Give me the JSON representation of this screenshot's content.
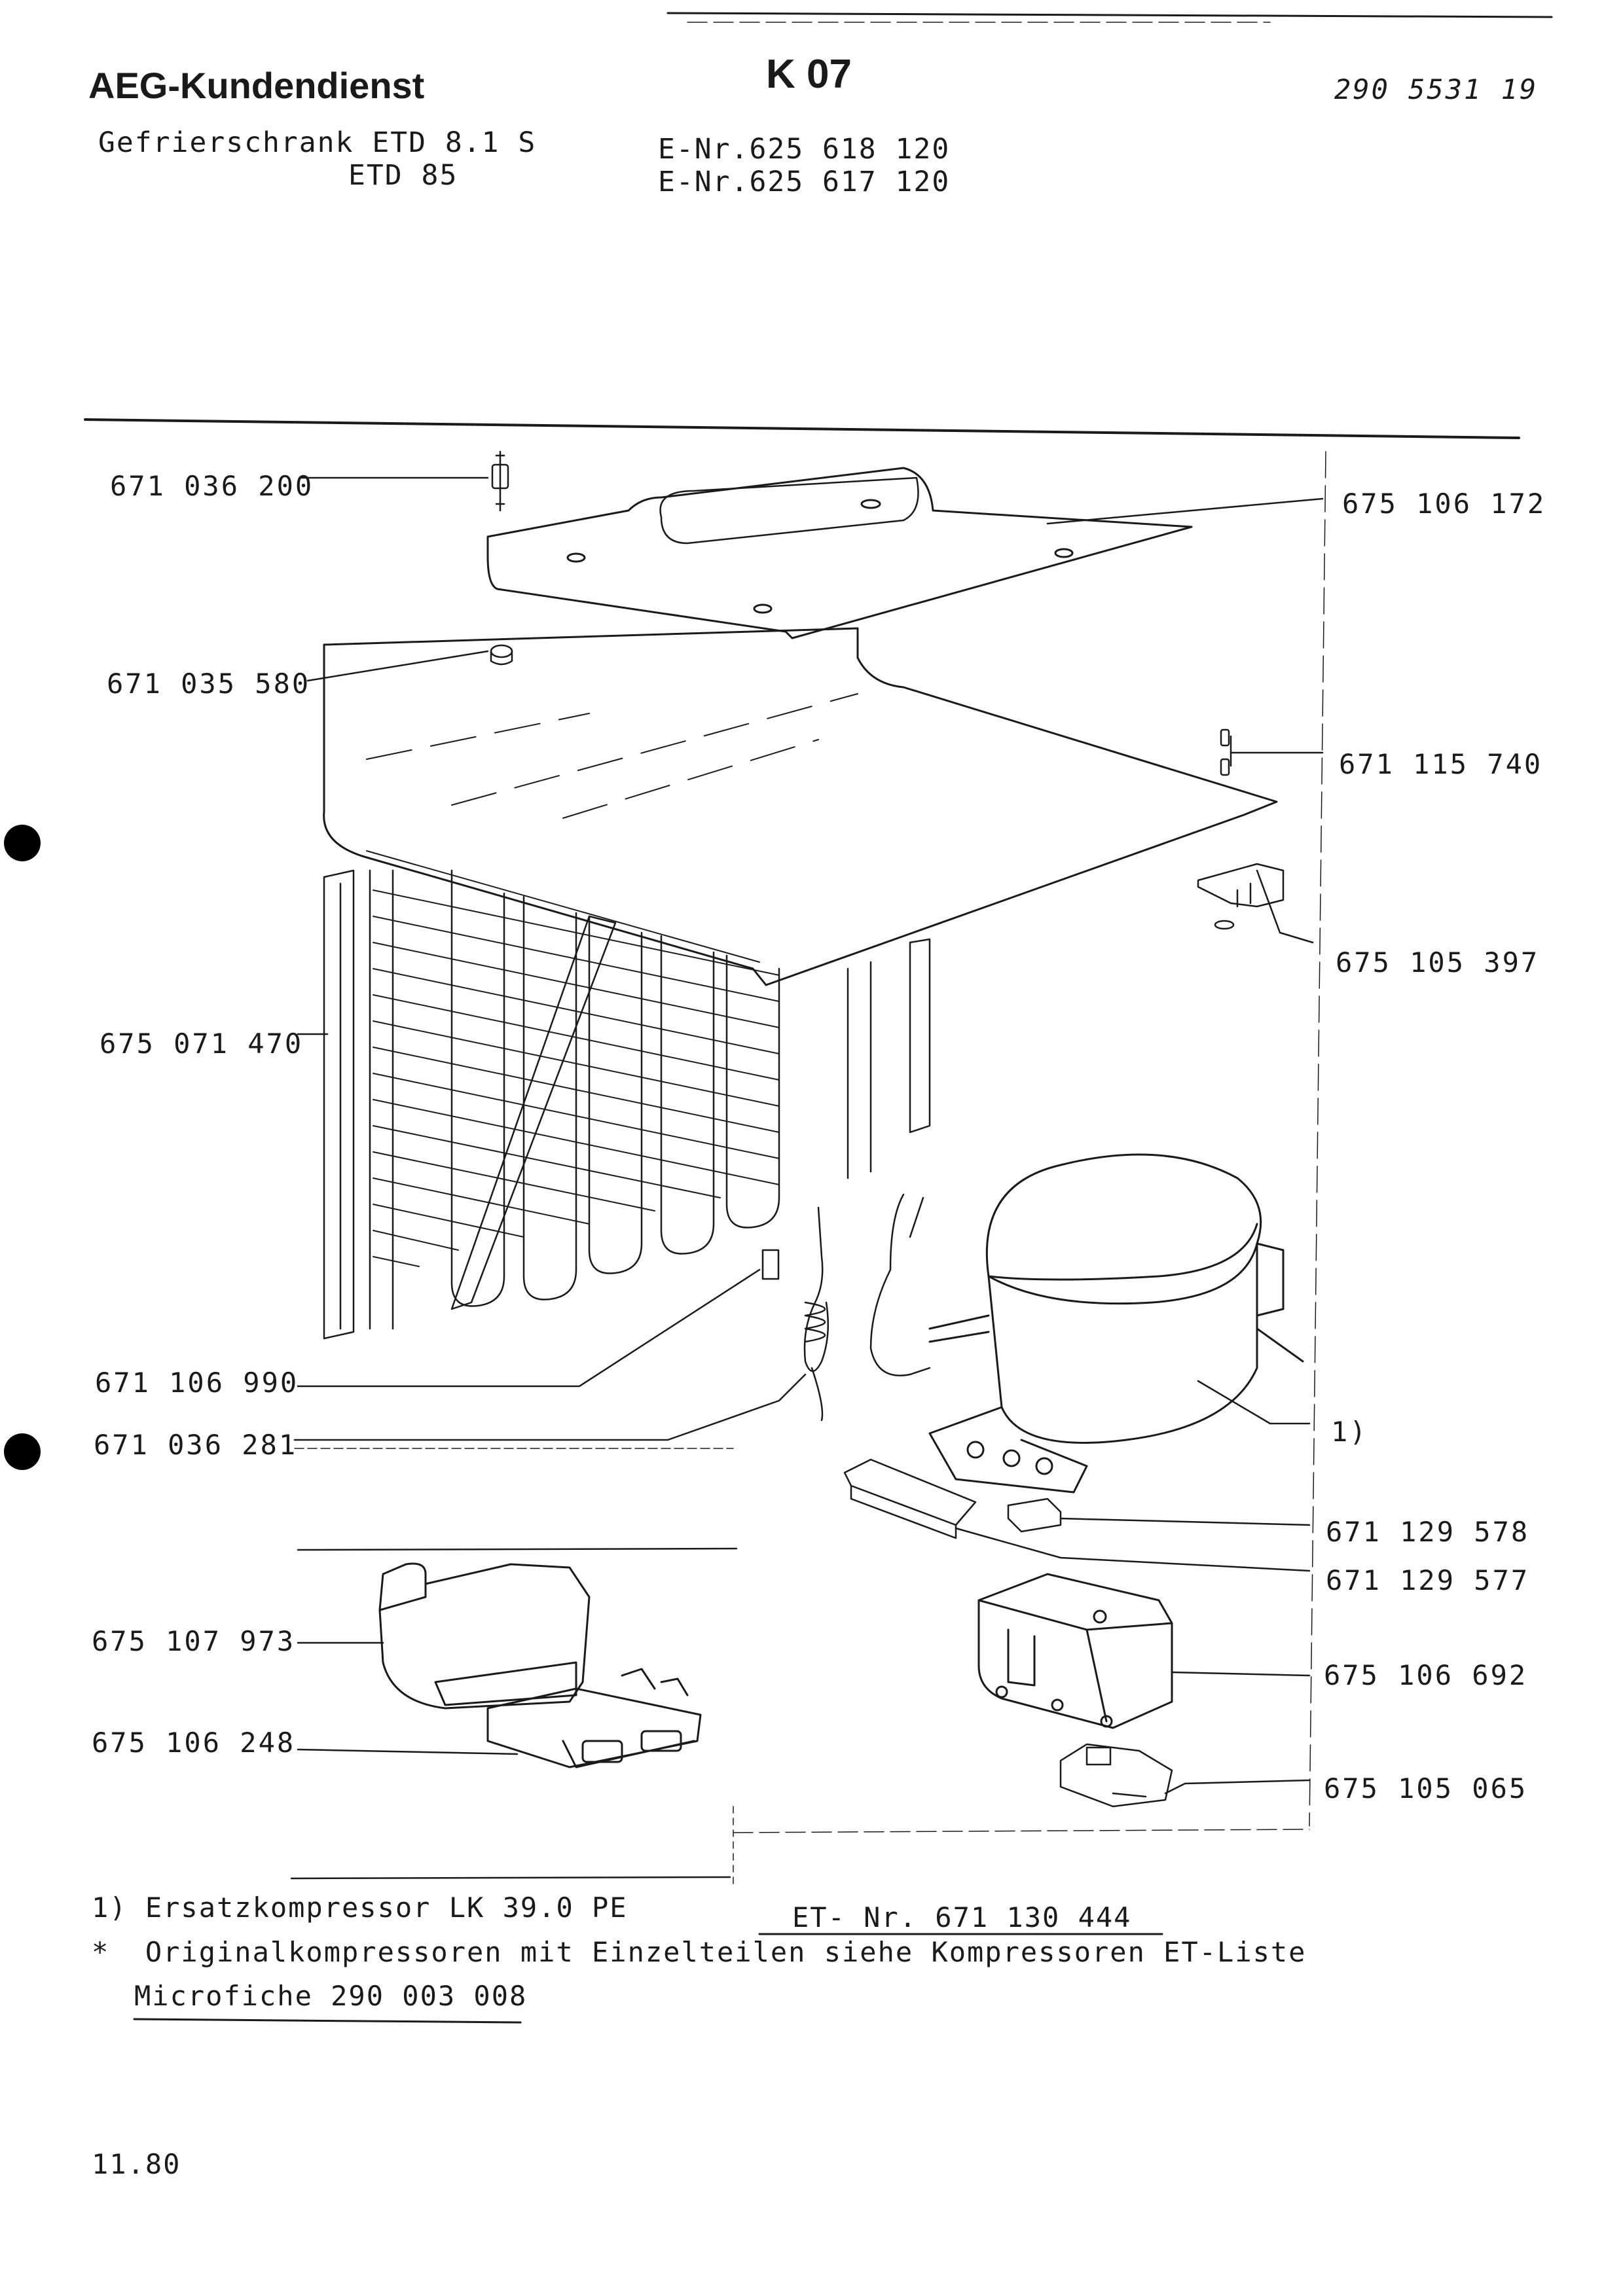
{
  "header": {
    "company": "AEG-Kundendienst",
    "page_code": "K 07",
    "doc_number": "290 5531 19",
    "product_line1": "Gefrierschrank ETD 8.1 S",
    "product_line2": "ETD 85",
    "enr_line1": "E-Nr.625 618 120",
    "enr_line2": "E-Nr.625 617 120"
  },
  "parts": {
    "p_671036200": "671 036 200",
    "p_675106172": "675 106 172",
    "p_671035580": "671 035 580",
    "p_671115740": "671 115 740",
    "p_675105397": "675 105 397",
    "p_675071470": "675 071 470",
    "p_671106990": "671 106 990",
    "p_671036281": "671 036 281",
    "p_compressor_ref": "1)",
    "p_671129578": "671 129 578",
    "p_671129577": "671 129 577",
    "p_675107973": "675 107 973",
    "p_675106692": "675 106 692",
    "p_675106248": "675 106 248",
    "p_675105065": "675 105 065"
  },
  "notes": {
    "note1": "1) Ersatzkompressor LK 39.0 PE",
    "note1_et": "ET- Nr. 671 130 444",
    "note2": "*  Originalkompressoren mit Einzelteilen siehe Kompressoren ET-Liste",
    "note3": "Microfiche 290 003 008"
  },
  "footer": {
    "date": "11.80"
  }
}
